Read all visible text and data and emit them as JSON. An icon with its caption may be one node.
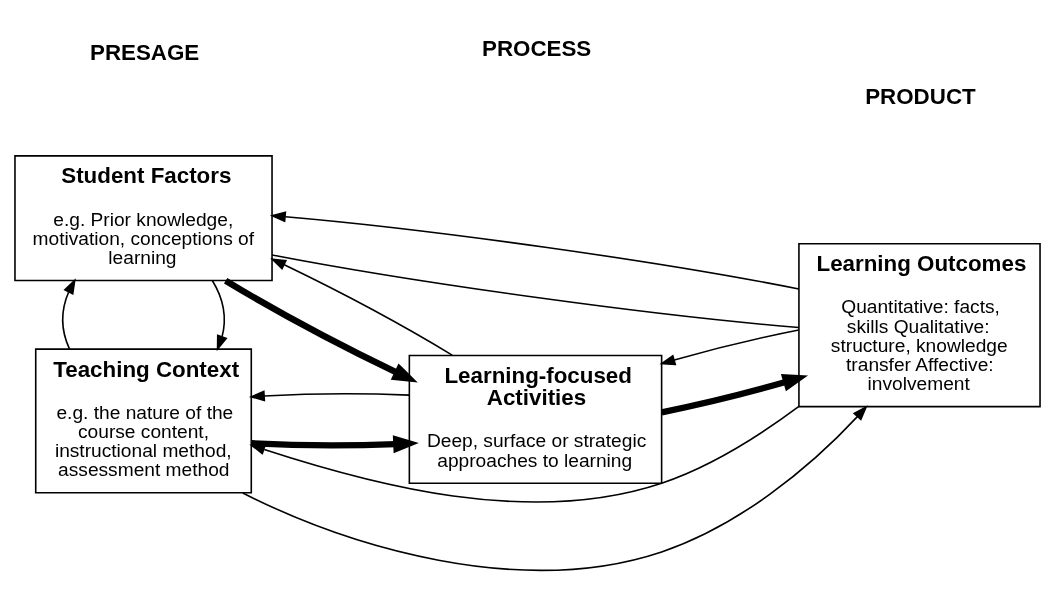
{
  "diagram": {
    "nodes": [
      {
        "text": [
          "Student Factors",
          "e.g. Prior knowledge, motivation, conceptions of learning"
        ]
      },
      {
        "text": [
          "Teaching Context",
          "e.g. the nature of the course content, instructional method, assessment method"
        ]
      },
      {
        "text": [
          "Learning-focused Activities",
          "Deep, surface or strategic approaches to learning"
        ]
      },
      {
        "text": [
          "Learning Outcomes",
          "Quantitative: facts, skills Qualitative: structure, knowledge transfer Affective: involvement"
        ]
      }
    ],
    "edges": [
      {
        "from": 3,
        "to": 0,
        "arrow": "to"
      },
      {
        "from": 0,
        "to": 3,
        "arrow": "none"
      },
      {
        "from": 0,
        "to": 2,
        "arrow": "to",
        "style": "thick"
      },
      {
        "from": 2,
        "to": 0,
        "arrow": "to"
      },
      {
        "from": 0,
        "to": 1,
        "arrow": "to"
      },
      {
        "from": 1,
        "to": 0,
        "arrow": "to"
      },
      {
        "from": 3,
        "to": 2,
        "arrow": "to"
      },
      {
        "from": 2,
        "to": 3,
        "arrow": "to",
        "style": "thick"
      },
      {
        "from": 2,
        "to": 1,
        "arrow": "to"
      },
      {
        "from": 1,
        "to": 2,
        "arrow": "to",
        "style": "thick"
      },
      {
        "from": 1,
        "to": 3,
        "arrow": "to"
      },
      {
        "from": 3,
        "to": 1,
        "arrow": "to"
      }
    ],
    "labels": [
      "PRESAGE",
      "PROCESS",
      "PRODUCT"
    ]
  }
}
